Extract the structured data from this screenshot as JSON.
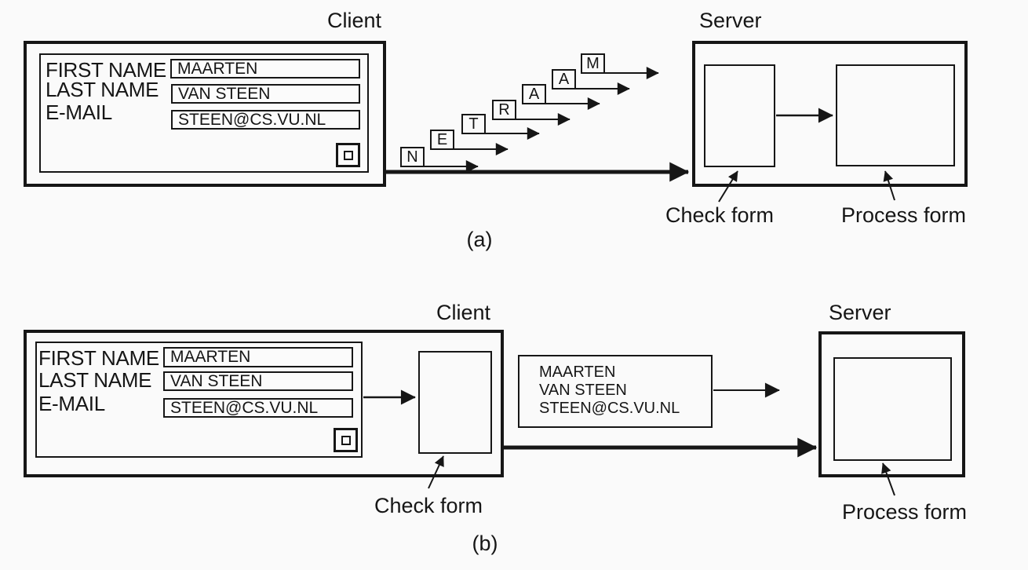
{
  "colors": {
    "ink": "#161616",
    "background": "#fafafa"
  },
  "panel_a": {
    "caption": "(a)",
    "client": {
      "title": "Client",
      "form": {
        "fields": [
          {
            "label": "FIRST NAME",
            "value": "MAARTEN"
          },
          {
            "label": "LAST NAME",
            "value": "VAN STEEN"
          },
          {
            "label": "E-MAIL",
            "value": "STEEN@CS.VU.NL"
          }
        ]
      }
    },
    "keystrokes": [
      "N",
      "E",
      "T",
      "R",
      "A",
      "A",
      "M"
    ],
    "server": {
      "title": "Server",
      "check_form_label": "Check form",
      "process_form_label": "Process form"
    }
  },
  "panel_b": {
    "caption": "(b)",
    "client": {
      "title": "Client",
      "check_form_label": "Check form",
      "form": {
        "fields": [
          {
            "label": "FIRST NAME",
            "value": "MAARTEN"
          },
          {
            "label": "LAST NAME",
            "value": "VAN STEEN"
          },
          {
            "label": "E-MAIL",
            "value": "STEEN@CS.VU.NL"
          }
        ]
      }
    },
    "message": {
      "lines": [
        "MAARTEN",
        "VAN STEEN",
        "STEEN@CS.VU.NL"
      ]
    },
    "server": {
      "title": "Server",
      "process_form_label": "Process form"
    }
  }
}
